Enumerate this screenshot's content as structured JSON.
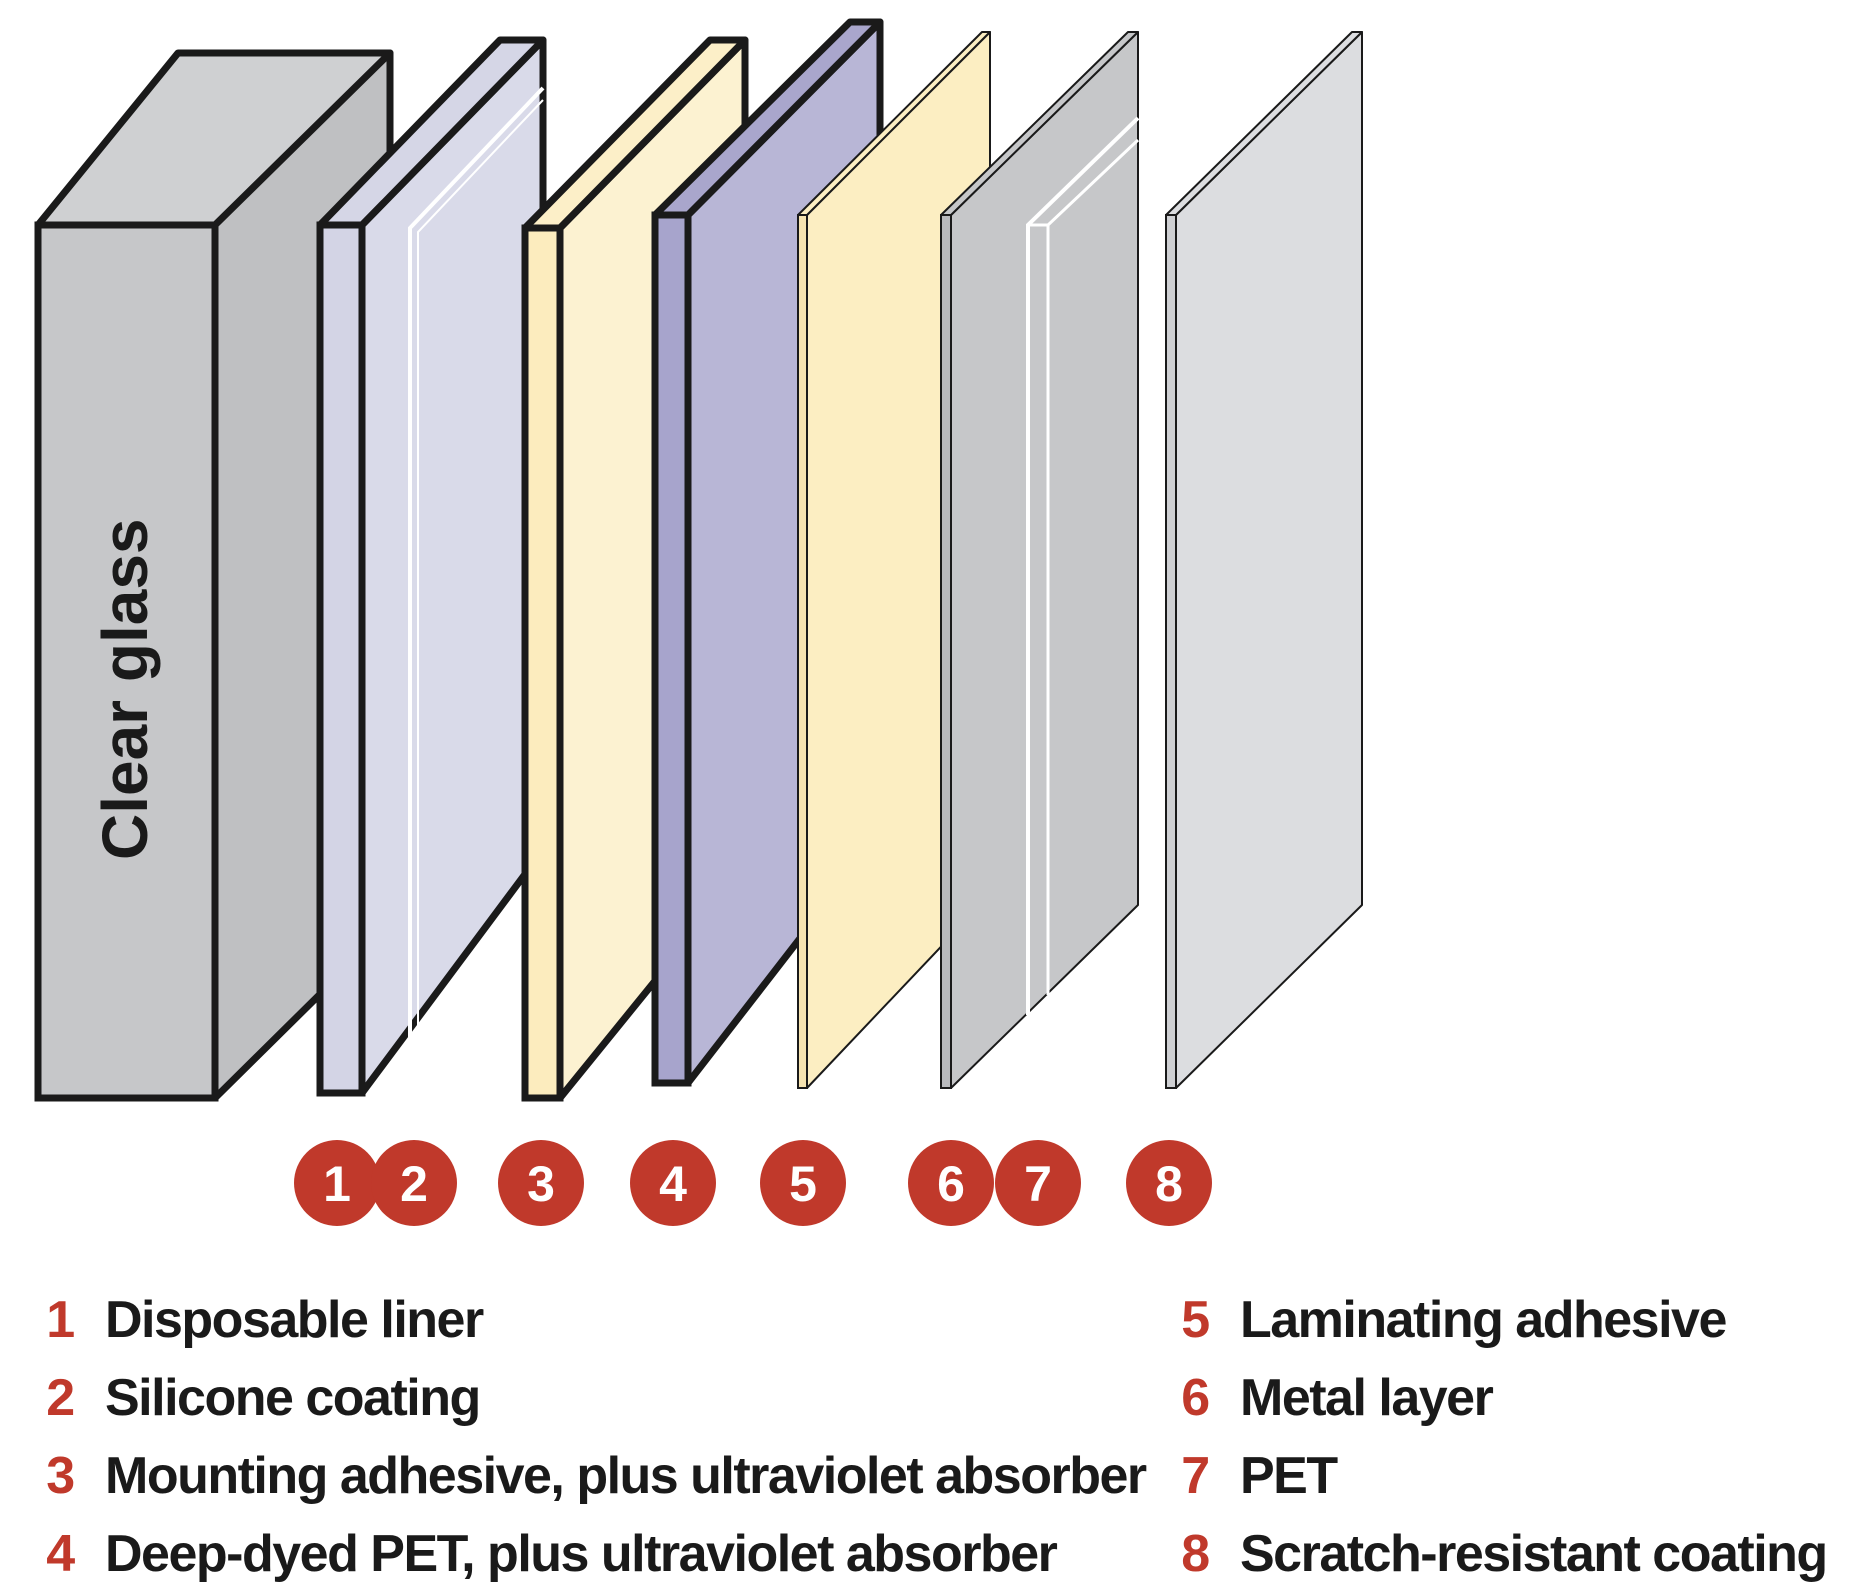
{
  "glass": {
    "label": "Clear glass"
  },
  "badges": [
    "1",
    "2",
    "3",
    "4",
    "5",
    "6",
    "7",
    "8"
  ],
  "legend": {
    "left": [
      {
        "num": "1",
        "text": "Disposable liner"
      },
      {
        "num": "2",
        "text": "Silicone coating"
      },
      {
        "num": "3",
        "text": "Mounting adhesive, plus ultraviolet absorber"
      },
      {
        "num": "4",
        "text": "Deep-dyed PET, plus ultraviolet absorber"
      }
    ],
    "right": [
      {
        "num": "5",
        "text": "Laminating adhesive"
      },
      {
        "num": "6",
        "text": "Metal layer"
      },
      {
        "num": "7",
        "text": "PET"
      },
      {
        "num": "8",
        "text": "Scratch-resistant coating"
      }
    ]
  },
  "colors": {
    "glass_front": "#c6c7c9",
    "glass_side": "#bfc0c2",
    "liner": "#d9dae9",
    "mounting_adhesive": "#fcf2d1",
    "pet_dyed": "#b8b6d6",
    "laminating_adhesive": "#fceec2",
    "metal": "#c6c7c9",
    "coating": "#dcdde0",
    "badge": "#c0392b"
  }
}
